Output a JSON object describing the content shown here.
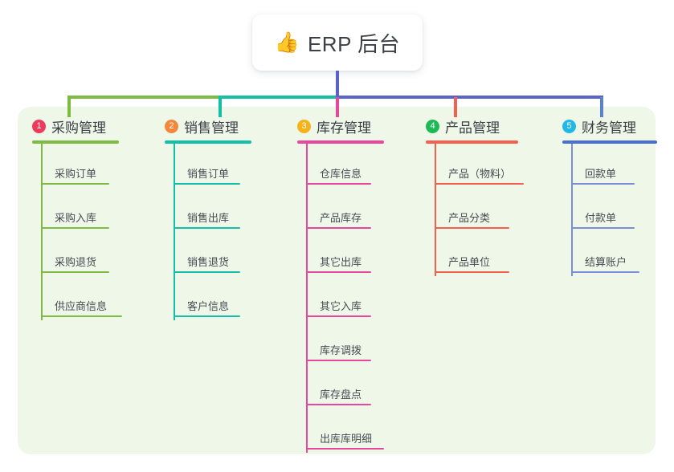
{
  "root": {
    "icon": "thumbs-up-icon",
    "emoji": "👍",
    "title": "ERP 后台"
  },
  "palette": {
    "page_background": "#ffffff",
    "panel_background": "#eff7e9",
    "card_background": "#ffffff",
    "text": "#3a3f46",
    "item_text": "#474c53"
  },
  "columns": [
    {
      "number": "1",
      "title": "采购管理",
      "badge_color": "#ef3b5b",
      "rule_color": "#7fba43",
      "line_color": "#7fba43",
      "items": [
        {
          "label": "采购订单"
        },
        {
          "label": "采购入库"
        },
        {
          "label": "采购退货"
        },
        {
          "label": "供应商信息"
        }
      ]
    },
    {
      "number": "2",
      "title": "销售管理",
      "badge_color": "#f5873a",
      "rule_color": "#13bfa6",
      "line_color": "#13bfa6",
      "items": [
        {
          "label": "销售订单"
        },
        {
          "label": "销售出库"
        },
        {
          "label": "销售退货"
        },
        {
          "label": "客户信息"
        }
      ]
    },
    {
      "number": "3",
      "title": "库存管理",
      "badge_color": "#f6b21b",
      "rule_color": "#e8479e",
      "line_color": "#e8479e",
      "items": [
        {
          "label": "仓库信息"
        },
        {
          "label": "产品库存"
        },
        {
          "label": "其它出库"
        },
        {
          "label": "其它入库"
        },
        {
          "label": "库存调拨"
        },
        {
          "label": "库存盘点"
        },
        {
          "label": "出库库明细"
        }
      ]
    },
    {
      "number": "4",
      "title": "产品管理",
      "badge_color": "#1db954",
      "rule_color": "#f4604f",
      "line_color": "#f4604f",
      "items": [
        {
          "label": "产品（物料）"
        },
        {
          "label": "产品分类"
        },
        {
          "label": "产品单位"
        }
      ]
    },
    {
      "number": "5",
      "title": "财务管理",
      "badge_color": "#21b8e8",
      "rule_color": "#4a6fd1",
      "line_color": "#7b8fd8",
      "items": [
        {
          "label": "回款单"
        },
        {
          "label": "付款单"
        },
        {
          "label": "结算账户"
        }
      ]
    }
  ],
  "connectors": {
    "trunk_color": "#5a64c8",
    "bus_left_color": "#7fba43",
    "bus_mid_color": "#13bfa6",
    "bus_right_color": "#5a64c8",
    "drop_colors": [
      "#7fba43",
      "#13bfa6",
      "#e8479e",
      "#f4604f",
      "#5a80d8"
    ]
  }
}
